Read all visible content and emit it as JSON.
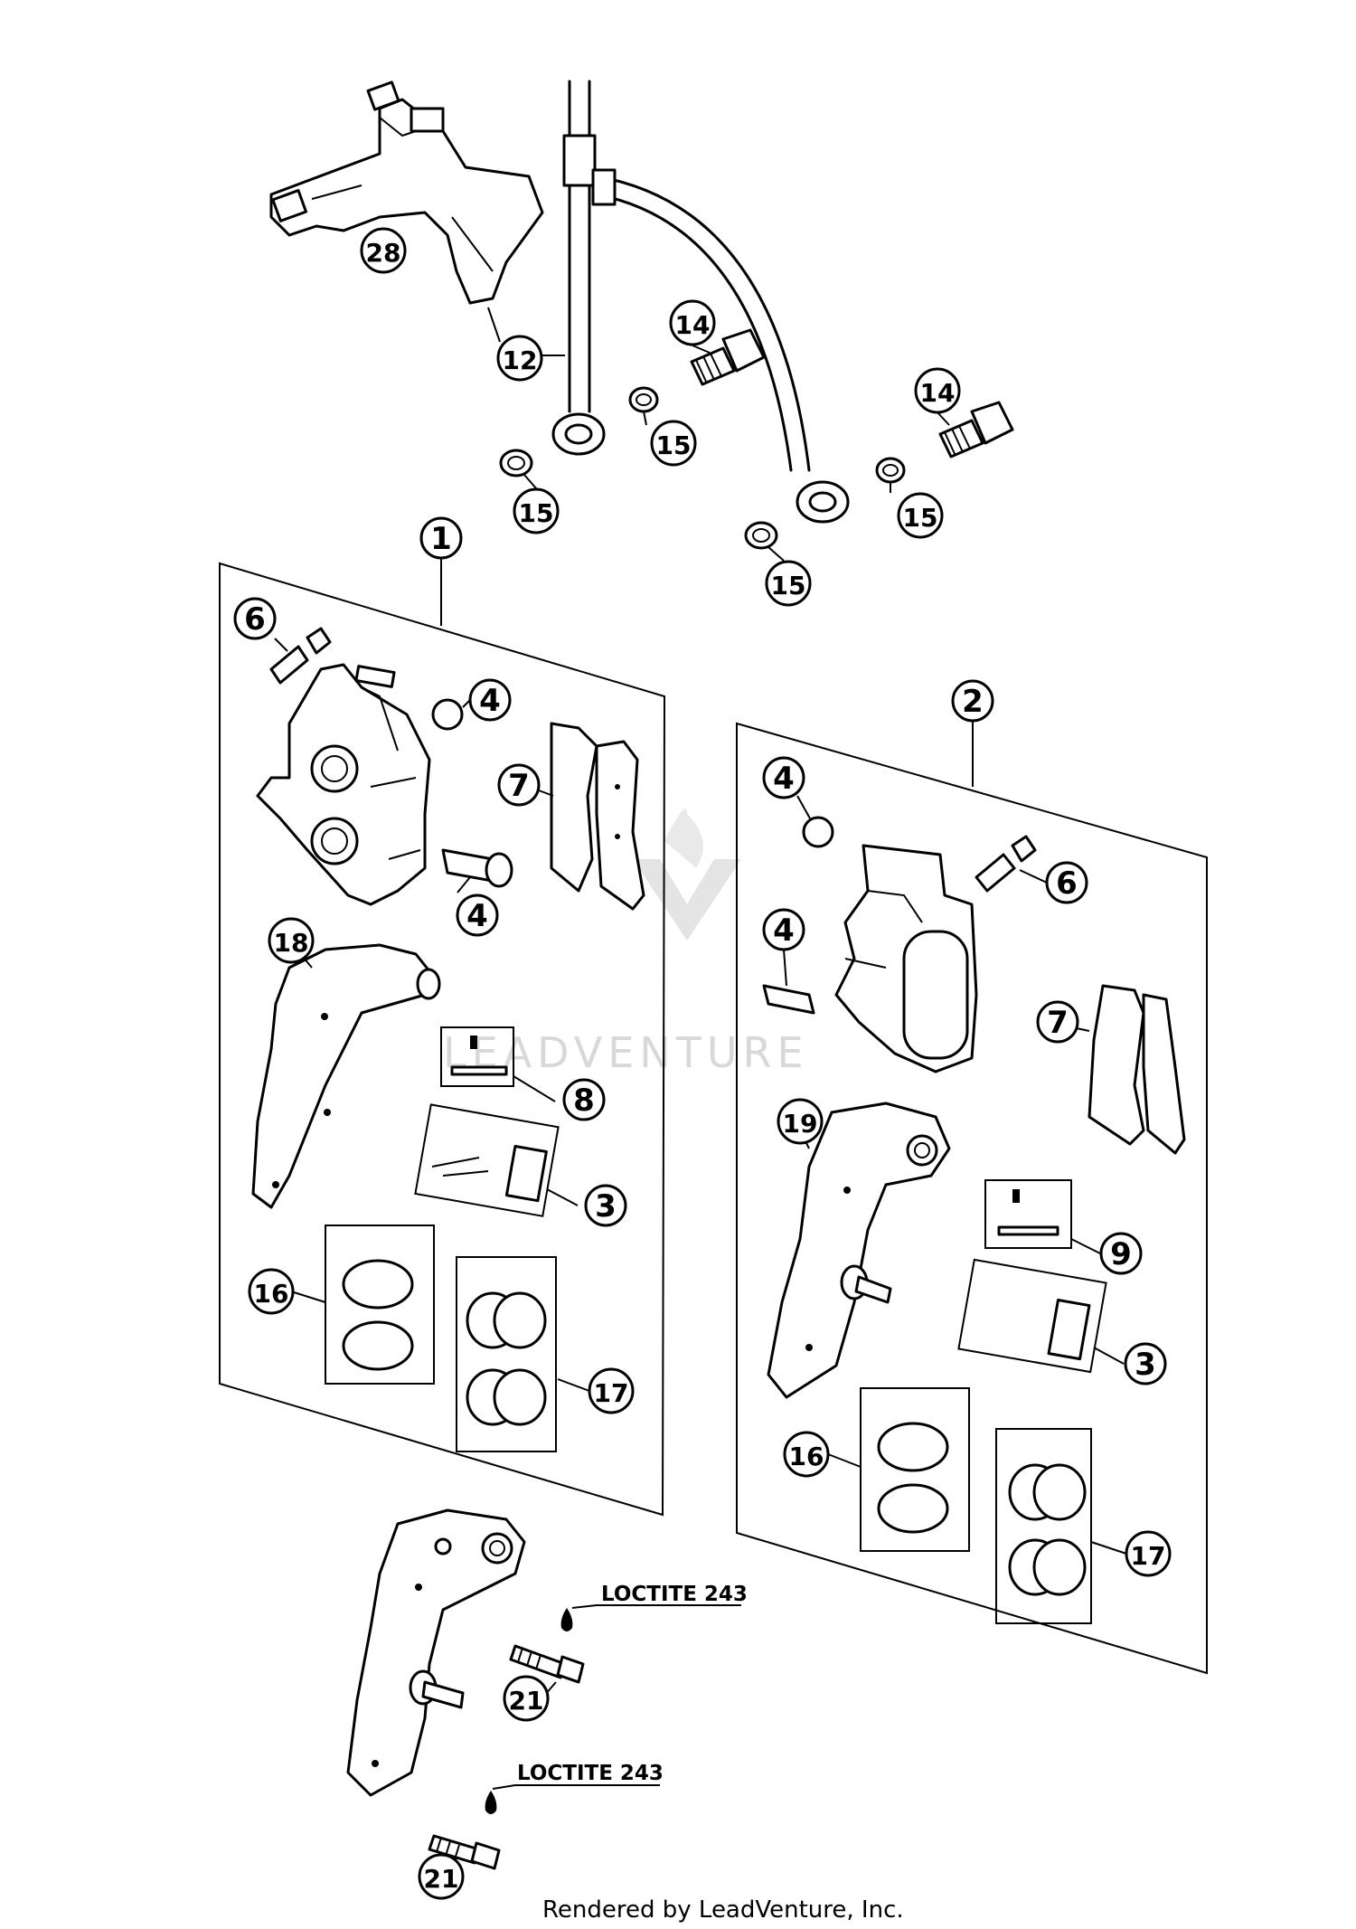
{
  "diagram": {
    "callouts": {
      "c1": "1",
      "c2": "2",
      "c3": "3",
      "c4": "4",
      "c6": "6",
      "c7": "7",
      "c8": "8",
      "c9": "9",
      "c12": "12",
      "c14": "14",
      "c15": "15",
      "c16": "16",
      "c17": "17",
      "c18": "18",
      "c19": "19",
      "c21": "21",
      "c28": "28"
    },
    "notes": {
      "loctite": "LOCTITE 243"
    },
    "watermark": "LEADVENTURE",
    "footer": "Rendered by LeadVenture, Inc."
  }
}
